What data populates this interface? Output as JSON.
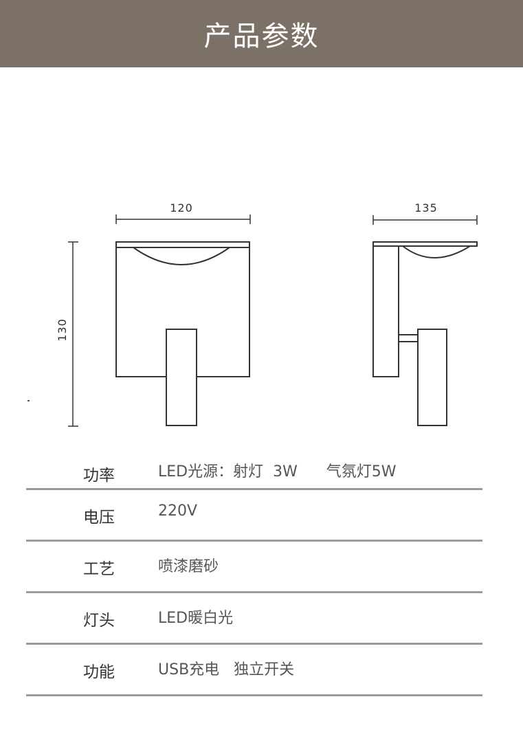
{
  "header": {
    "title": "产品参数"
  },
  "dimensions": {
    "front_width": "120",
    "height": "130",
    "side_depth": "135"
  },
  "specs": [
    {
      "label": "功率",
      "value": "LED光源：射灯  3W      气氛灯5W"
    },
    {
      "label": "电压",
      "value": "220V"
    },
    {
      "label": "工艺",
      "value": "喷漆磨砂"
    },
    {
      "label": "灯头",
      "value": "LED暖白光"
    },
    {
      "label": "功能",
      "value": "USB充电   独立开关"
    }
  ],
  "colors": {
    "header_bg": "#7c7166",
    "divider": "#9a9a9a",
    "line": "#333333"
  }
}
